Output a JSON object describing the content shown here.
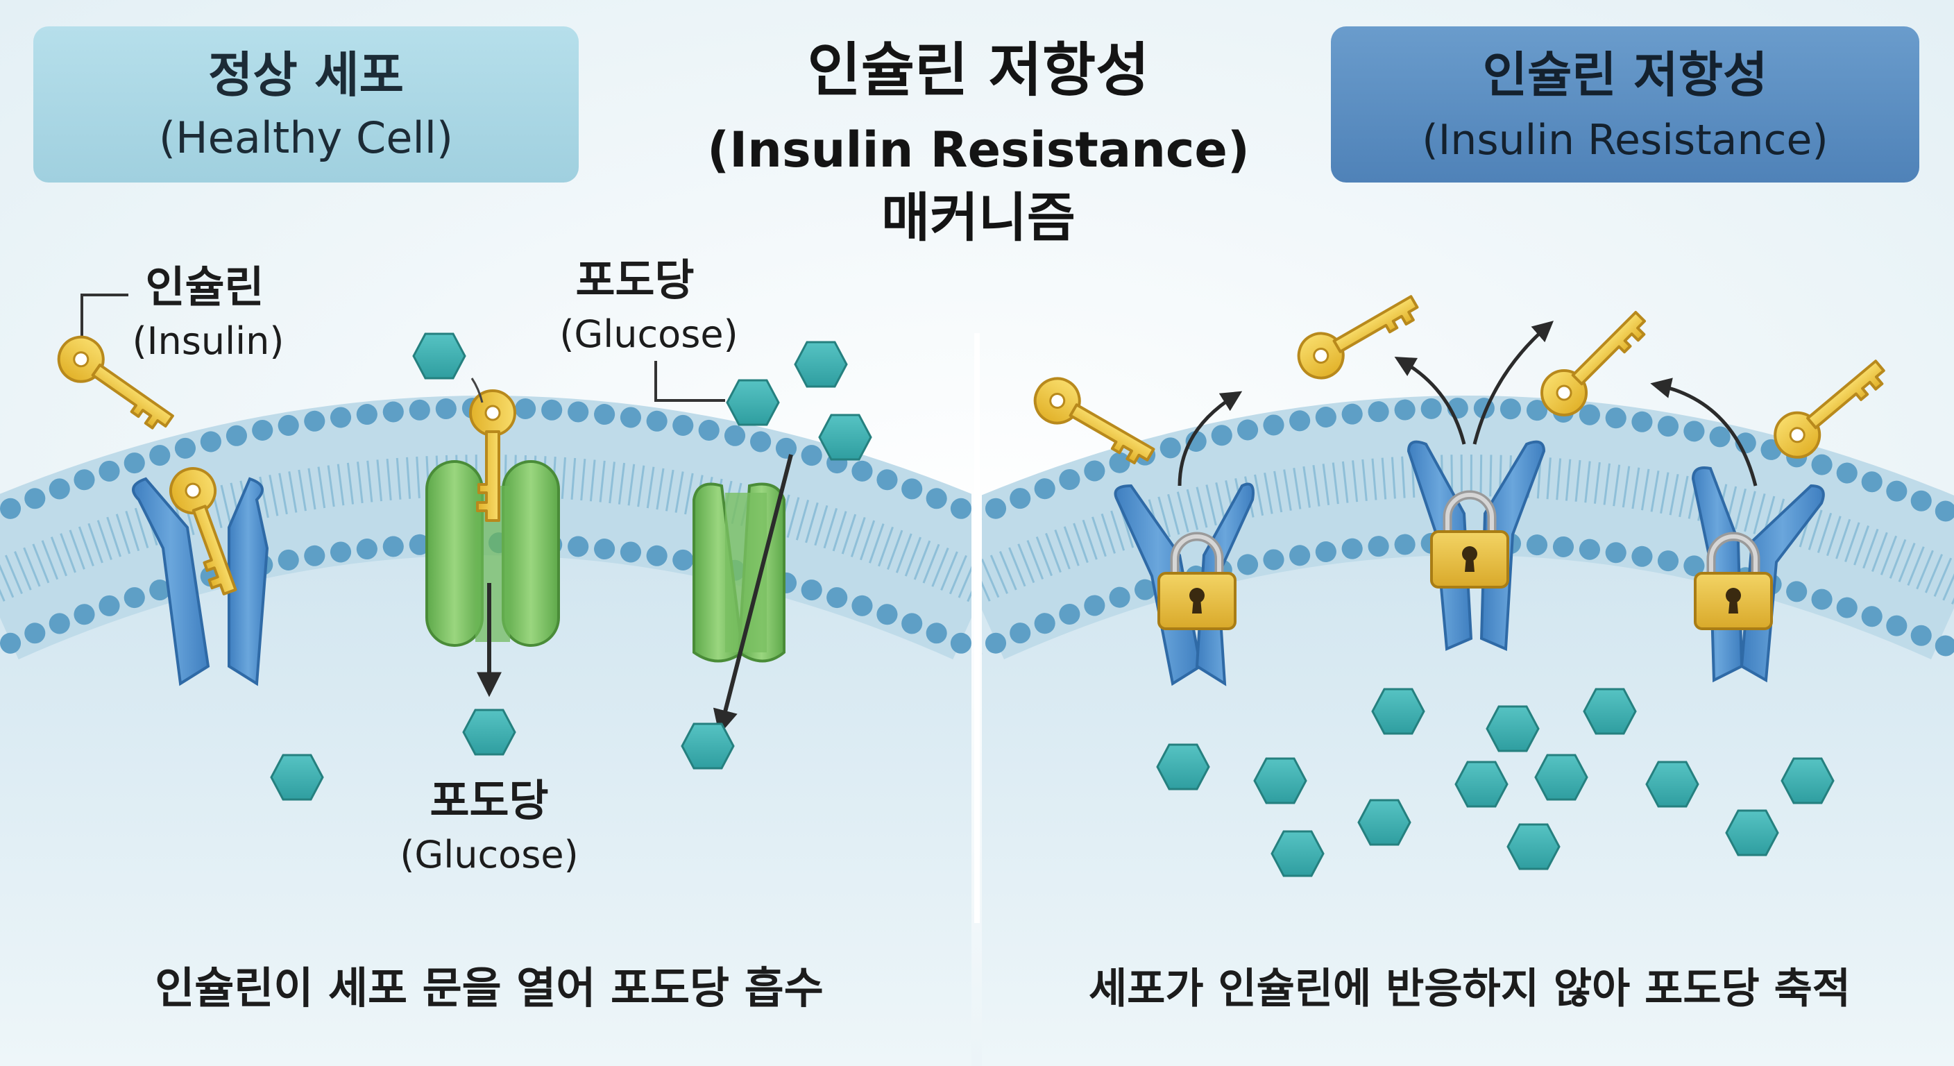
{
  "title": {
    "line1": "인슐린 저항성",
    "line2": "(Insulin Resistance)",
    "line3": "매커니즘"
  },
  "left_panel": {
    "header_title": "정상 세포",
    "header_subtitle": "(Healthy Cell)",
    "insulin_label": "인슐린",
    "insulin_label_en": "(Insulin)",
    "glucose_label_top": "포도당",
    "glucose_label_top_en": "(Glucose)",
    "glucose_label_bottom": "포도당",
    "glucose_label_bottom_en": "(Glucose)",
    "caption": "인슐린이 세포 문을 열어 포도당 흡수"
  },
  "right_panel": {
    "header_title": "인슐린 저항성",
    "header_subtitle": "(Insulin Resistance)",
    "caption": "세포가 인슐린에 반응하지 않아 포도당 축적"
  },
  "icons": [
    "insulin-key-icon",
    "glucose-hexagon-icon",
    "insulin-receptor-icon",
    "glucose-transporter-icon",
    "padlock-icon",
    "arrow-icon"
  ],
  "colors": {
    "background": "#f3f8fa",
    "left_header": "#a9d7e4",
    "right_header": "#5b8fc2",
    "membrane": "#6aa9cc",
    "lipid_head": "#5e9fc6",
    "receptor": "#4f8fcd",
    "transporter": "#7cc466",
    "key": "#f1c93e",
    "lock": "#e5bd3f",
    "glucose": "#3fb2b3"
  }
}
